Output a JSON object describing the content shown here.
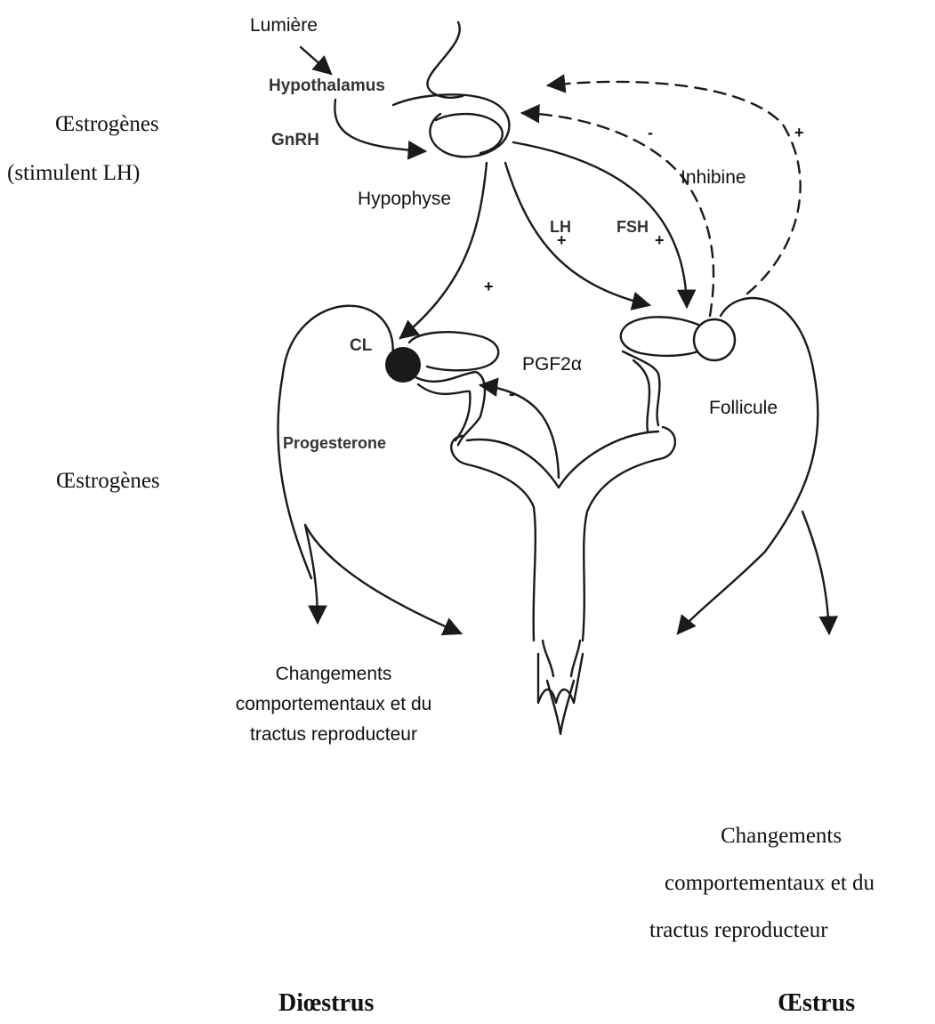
{
  "labels": {
    "lumiere": "Lumière",
    "hypothalamus": "Hypothalamus",
    "gnrh": "GnRH",
    "hypophyse": "Hypophyse",
    "inhibine": "Inhibine",
    "lh": "LH",
    "fsh": "FSH",
    "cl": "CL",
    "pgf": "PGF2α",
    "follicule": "Follicule",
    "progesterone": "Progesterone",
    "oestrogenes_top_1": "Œstrogènes",
    "oestrogenes_top_2": "(stimulent LH)",
    "oestrogenes_mid": "Œstrogènes",
    "plus": "+",
    "minus": "-"
  },
  "captions": {
    "left": [
      "Changements",
      "comportementaux et du",
      "tractus reproducteur"
    ],
    "right": [
      "Changements",
      "comportementaux et du",
      "tractus reproducteur"
    ]
  },
  "phases": {
    "left": "Diœstrus",
    "right": "Œstrus"
  },
  "colors": {
    "ink": "#1a1a1a",
    "background": "#ffffff"
  }
}
